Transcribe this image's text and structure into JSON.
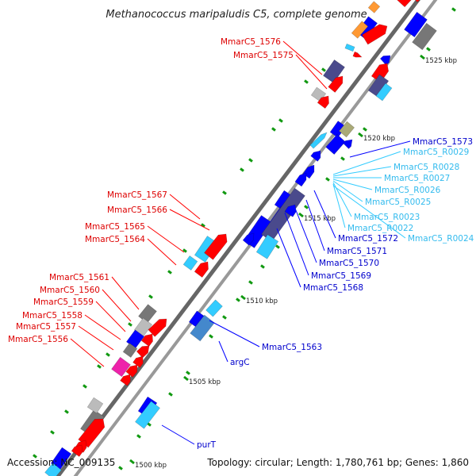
{
  "title": "Methanococcus maripaludis C5, complete genome",
  "footer": {
    "accession": "Accession: NC_009135",
    "topology": "Topology: circular; Length: 1,780,761 bp; Genes: 1,860"
  },
  "ticks": [
    "1500 kbp",
    "1505 kbp",
    "1510 kbp",
    "1515 kbp",
    "1520 kbp",
    "1525 kbp"
  ],
  "genes": {
    "red": [
      "MmarC5_1576",
      "MmarC5_1575",
      "MmarC5_1567",
      "MmarC5_1566",
      "MmarC5_1565",
      "MmarC5_1564",
      "MmarC5_1561",
      "MmarC5_1560",
      "MmarC5_1559",
      "MmarC5_1558",
      "MmarC5_1557",
      "MmarC5_1556"
    ],
    "blue": [
      "MmarC5_1573",
      "MmarC5_1572",
      "MmarC5_1571",
      "MmarC5_1570",
      "MmarC5_1569",
      "MmarC5_1568",
      "MmarC5_1563",
      "argC",
      "purT"
    ],
    "cyan": [
      "MmarC5_R0029",
      "MmarC5_R0028",
      "MmarC5_R0027",
      "MmarC5_R0026",
      "MmarC5_R0025",
      "MmarC5_R0023",
      "MmarC5_R0022",
      "MmarC5_R0024"
    ]
  },
  "colors": {
    "red": "#ff0000",
    "blue": "#0000ff",
    "cyan": "#33ccff",
    "label_red": "#dd0000",
    "label_blue": "#0000cc",
    "label_cyan": "#33bbee"
  }
}
